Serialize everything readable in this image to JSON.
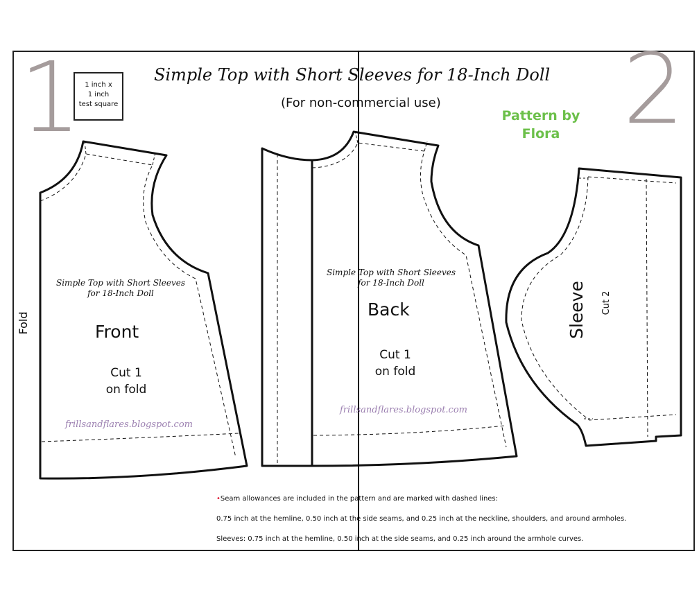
{
  "page_numbers": {
    "left": "1",
    "right": "2"
  },
  "test_square": {
    "line1": "1 inch  x",
    "line2": "1 inch",
    "line3": "test square"
  },
  "header": {
    "title": "Simple Top with Short Sleeves for 18-Inch Doll",
    "subtitle": "(For non-commercial use)"
  },
  "credit": {
    "line1": "Pattern by",
    "line2": "Flora"
  },
  "fold_label": "Fold",
  "pieces": {
    "front": {
      "title_line1": "Simple Top with Short Sleeves",
      "title_line2": "for 18-Inch Doll",
      "name": "Front",
      "cut_line1": "Cut 1",
      "cut_line2": "on fold",
      "blog": "frillsandflares.blogspot.com"
    },
    "back": {
      "title_line1": "Simple Top with Short Sleeves",
      "title_line2": "for 18-Inch Doll",
      "name": "Back",
      "cut_line1": "Cut 1",
      "cut_line2": "on fold",
      "blog": "frillsandflares.blogspot.com"
    },
    "sleeve": {
      "name": "Sleeve",
      "cut": "Cut 2"
    }
  },
  "notes": {
    "bullet": "•",
    "line1": "Seam allowances are included in the pattern and are marked with dashed lines:",
    "line2": "0.75 inch at the hemline, 0.50 inch at the side seams, and 0.25 inch at the neckline, shoulders, and around armholes.",
    "line3": "Sleeves: 0.75 inch at the hemline, 0.50 inch at the side seams, and 0.25 inch around the armhole curves."
  },
  "colors": {
    "page_number": "#a59c9c",
    "credit": "#6cc04a",
    "blog": "#9b7fb0",
    "bullet": "#e0203a"
  }
}
